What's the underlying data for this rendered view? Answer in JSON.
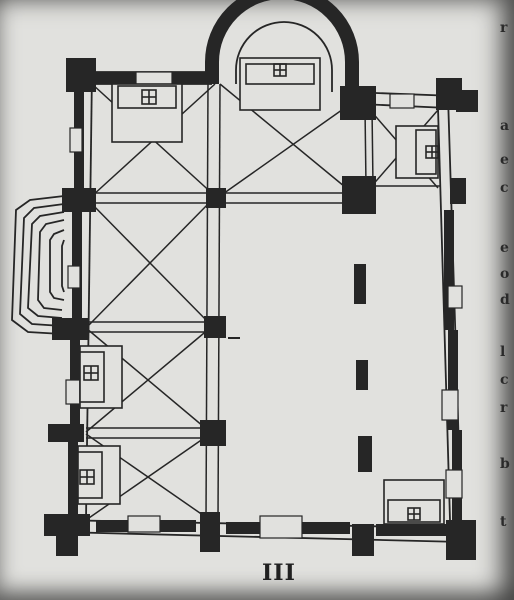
{
  "figure": {
    "label": "III"
  },
  "margin_glyphs": [
    "r",
    "a",
    "e",
    "c",
    "e",
    "o",
    "d",
    "l",
    "c",
    "r",
    "b",
    "t"
  ],
  "colors": {
    "ink": "#262626",
    "paper": "#e1e1de",
    "fill": "#d6d6d2"
  }
}
